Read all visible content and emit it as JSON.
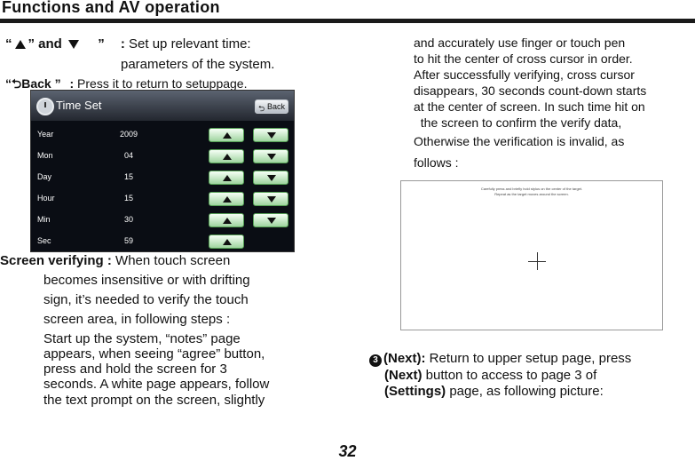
{
  "header": {
    "title": "Functions and AV operation"
  },
  "left": {
    "updown_q1": "“",
    "updown_q2": "”",
    "updown_and": "and",
    "updown_q3": "”",
    "updown_colon": ":",
    "updown_text1": "Set up relevant time:",
    "updown_text2": "parameters of the system.",
    "back_q1": "“",
    "back_label": "Back",
    "back_q2": "”",
    "back_colon": ":",
    "back_text": "Press it to return to setuppage.",
    "verify_heading": "Screen verifying :",
    "verify_lines": [
      " When touch screen",
      "becomes insensitive or with drifting",
      "sign, it’s needed to verify the touch",
      "screen area, in following steps :",
      "Start up the system, “notes” page",
      "appears, when seeing “agree” button,",
      "press and hold the screen for 3",
      "seconds. A white page appears, follow",
      "the text prompt on the screen, slightly"
    ]
  },
  "timeset": {
    "title": "Time Set",
    "back_label": "Back",
    "rows": [
      {
        "label": "Year",
        "value": "2009"
      },
      {
        "label": "Mon",
        "value": "04"
      },
      {
        "label": "Day",
        "value": "15"
      },
      {
        "label": "Hour",
        "value": "15"
      },
      {
        "label": "Min",
        "value": "30"
      },
      {
        "label": "Sec",
        "value": "59"
      }
    ]
  },
  "right": {
    "lines": [
      "and accurately use finger or touch pen",
      "to hit the center of cross cursor in order.",
      "After successfully verifying, cross cursor",
      "disappears, 30 seconds count-down starts",
      "at the center of screen. In such time hit on",
      "  the screen to confirm the verify data,",
      "Otherwise the verification is invalid, as",
      "follows :"
    ],
    "calib_line1": "Carefully press and briefly hold stylus on the center of the target.",
    "calib_line2": "Repeat as the target moves around the screen.",
    "next_badge": "3",
    "next_label": "(Next):",
    "next_text1": " Return to upper setup page, press",
    "next_label2": "(Next)",
    "next_text2": " button to access to page 3 of",
    "next_label3": "(Settings)",
    "next_text3": " page, as following picture:"
  },
  "footer": {
    "page_number": "32"
  }
}
